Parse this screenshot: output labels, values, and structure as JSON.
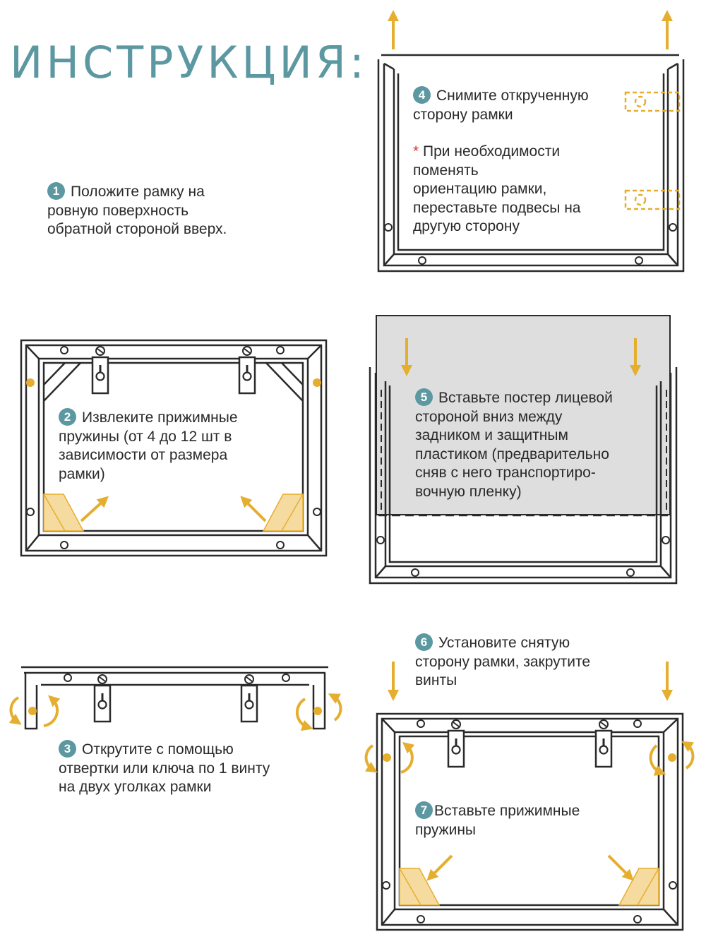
{
  "title": "ИНСТРУКЦИЯ:",
  "colors": {
    "accent": "#5c98a1",
    "frame": "#2a2a2a",
    "arrow": "#e5ae2e",
    "strip": "#f6dba0",
    "poster": "#dedede",
    "note_star": "#d23c2e"
  },
  "steps": [
    {
      "number": "1",
      "lines": [
        "Положите рамку на",
        "ровную поверхность",
        "обратной стороной вверх."
      ]
    },
    {
      "number": "2",
      "lines": [
        "Извлеките прижимные",
        "пружины (от 4 до 12 шт в",
        "зависимости от размера",
        "рамки)"
      ]
    },
    {
      "number": "3",
      "lines": [
        "Открутите с помощью",
        "отвертки или ключа по 1 винту",
        "на двух уголках рамки"
      ]
    },
    {
      "number": "4",
      "lines": [
        "Снимите открученную",
        "сторону рамки"
      ],
      "note_mark": "*",
      "note_lines": [
        "При необходимости",
        "поменять",
        "ориентацию рамки,",
        "переставьте подвесы на",
        "другую сторону"
      ]
    },
    {
      "number": "5",
      "lines": [
        "Вставьте постер лицевой",
        "стороной вниз между",
        "задником и защитным",
        "пластиком (предварительно",
        "сняв с него транспортиро-",
        "вочную пленку)"
      ]
    },
    {
      "number": "6",
      "lines": [
        "Установите снятую",
        "сторону рамки, закрутите",
        "винты"
      ]
    },
    {
      "number": "7",
      "lines": [
        "Вставьте прижимные",
        "пружины"
      ]
    }
  ],
  "icons": [
    "hanger-icon",
    "screw-icon",
    "spring-clip-icon",
    "arrow-icon",
    "rotate-arrow-icon"
  ]
}
